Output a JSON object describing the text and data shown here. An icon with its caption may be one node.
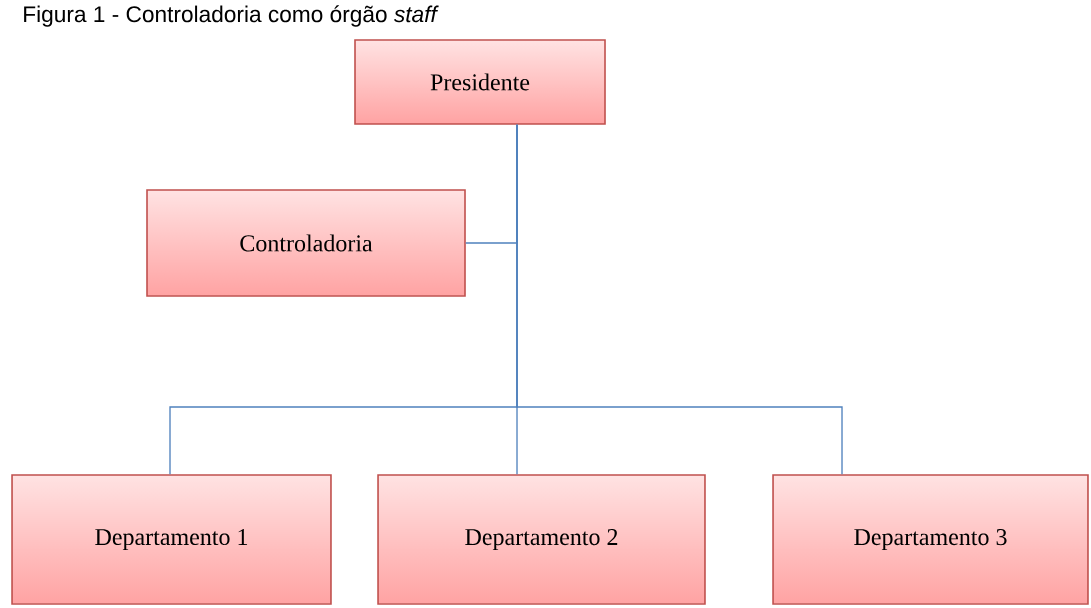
{
  "diagram": {
    "title": "Figura 1 - Controladoria como órgão *staff*",
    "nodes": [
      {
        "text": [
          "Presidente"
        ]
      },
      {
        "text": [
          "Controladoria"
        ]
      },
      {
        "text": [
          "Departamento 1"
        ]
      },
      {
        "text": [
          "Departamento 2"
        ]
      },
      {
        "text": [
          "Departamento 3"
        ]
      }
    ],
    "edges": [
      {
        "from": 0,
        "to": 1,
        "arrow": "none"
      },
      {
        "from": 0,
        "to": 2,
        "arrow": "none"
      },
      {
        "from": 0,
        "to": 3,
        "arrow": "none"
      },
      {
        "from": 0,
        "to": 4,
        "arrow": "none"
      }
    ]
  }
}
